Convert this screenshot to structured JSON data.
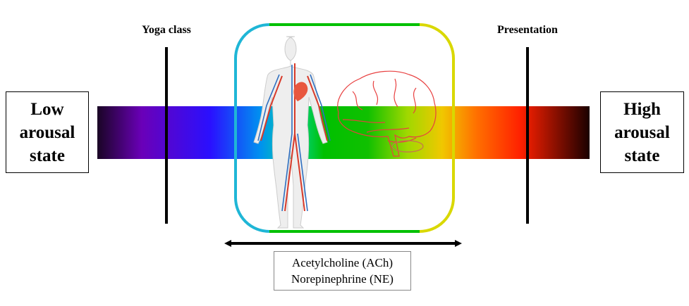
{
  "left_state": {
    "line1": "Low",
    "line2": "arousal",
    "line3": "state"
  },
  "right_state": {
    "line1": "High",
    "line2": "arousal",
    "line3": "state"
  },
  "markers": {
    "low": "Yoga class",
    "high": "Presentation"
  },
  "neurotransmitters": [
    "Acetylcholine (ACh)",
    "Norepinephrine (NE)"
  ],
  "colors": {
    "cyan": "#1fb6d6",
    "green": "#00c000",
    "yellow": "#d9d800",
    "body_artery": "#d83a2a",
    "body_vein": "#2f6fc0"
  },
  "icons": [
    "human-circulatory-system-icon",
    "brain-icon",
    "double-arrow-icon"
  ]
}
